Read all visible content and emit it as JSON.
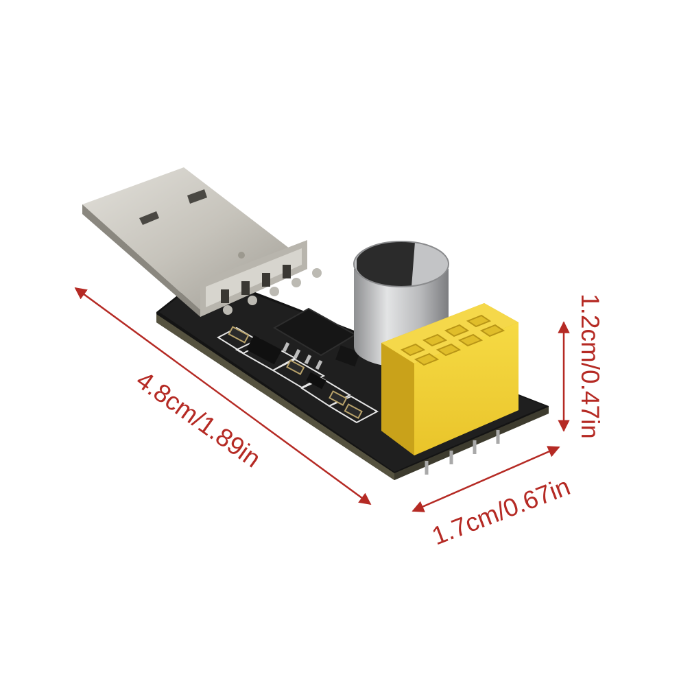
{
  "dimensions": {
    "length": "4.8cm/1.89in",
    "width": "1.7cm/0.67in",
    "height": "1.2cm/0.47in"
  },
  "colors": {
    "dimension_color": "#b52a24",
    "pcb_color": "#1e1e1e",
    "header_color": "#f3d23a",
    "usb_metal": "#c9c7c0",
    "capacitor_metal": "#c4c5c6"
  }
}
